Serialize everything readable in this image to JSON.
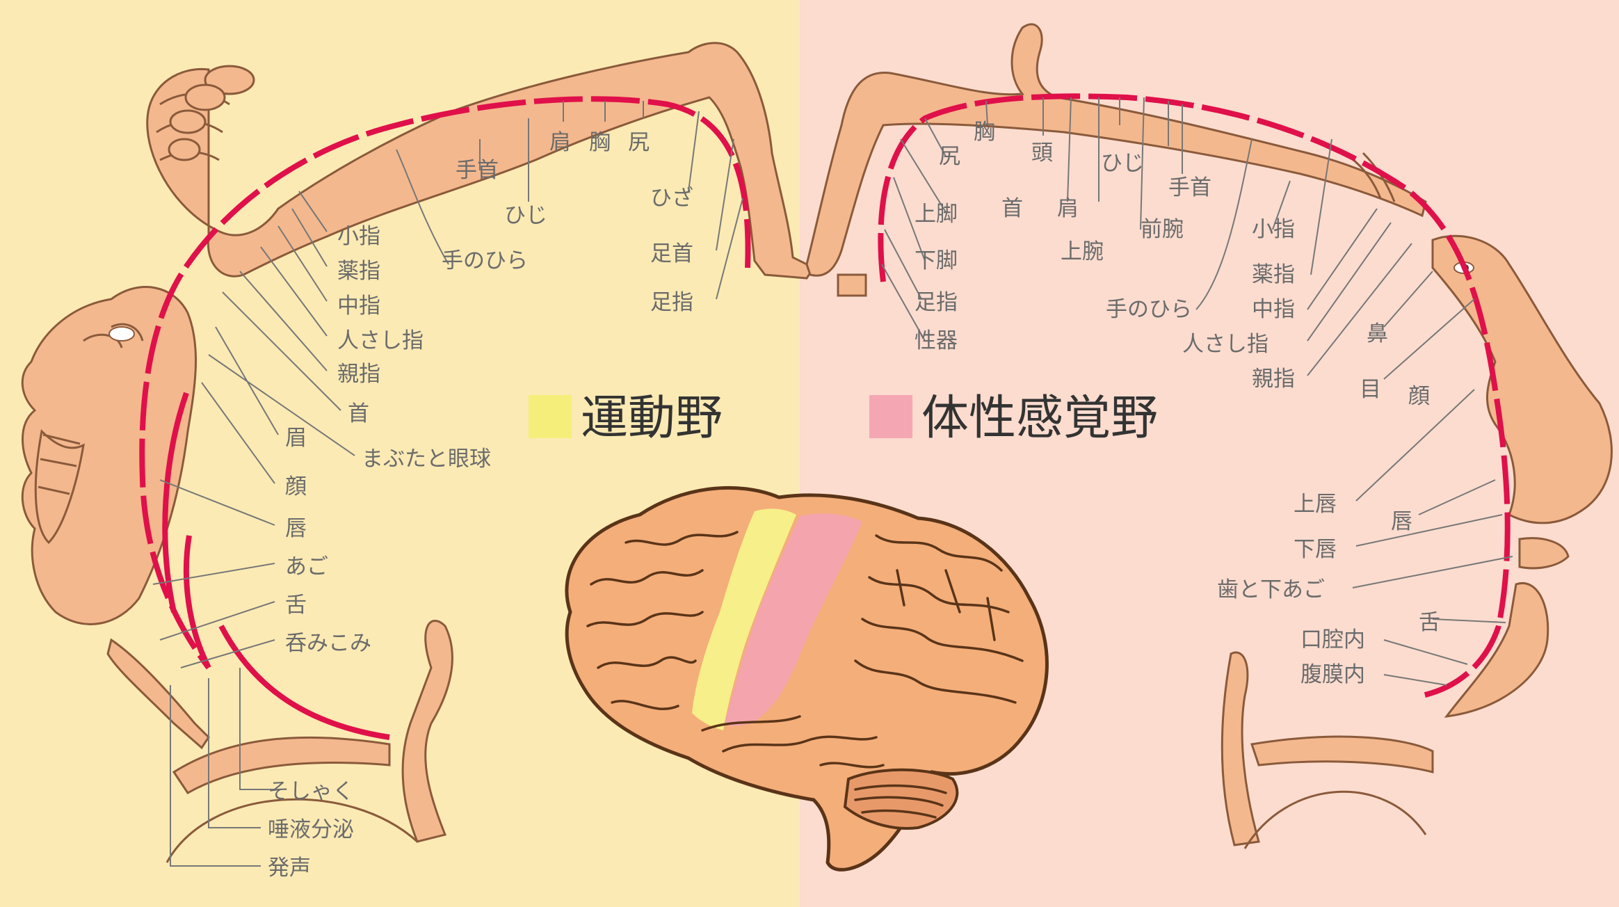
{
  "colors": {
    "motor_background": "#fbeab4",
    "sensory_background": "#fbdccf",
    "motor_swatch": "#f5ee7a",
    "sensory_swatch": "#f4a7b3",
    "homunculus_line": "#e0104a",
    "body": "#f4b88e"
  },
  "legend": {
    "motor": "運動野",
    "sensory": "体性感覚野"
  },
  "motor_labels": {
    "elbow": "ひじ",
    "shoulder": "肩",
    "chest": "胸",
    "hip": "尻",
    "wrist": "手首",
    "knee": "ひざ",
    "palm": "手のひら",
    "ankle": "足首",
    "toes": "足指",
    "little_finger": "小指",
    "ring_finger": "薬指",
    "middle_finger": "中指",
    "index_finger": "人さし指",
    "thumb": "親指",
    "neck": "首",
    "brow": "眉",
    "eyelid_eyeball": "まぶたと眼球",
    "face": "顔",
    "lips": "唇",
    "jaw": "あご",
    "tongue": "舌",
    "swallowing": "呑みこみ",
    "chewing": "そしゃく",
    "salivation": "唾液分泌",
    "vocalization": "発声"
  },
  "sensory_labels": {
    "chest": "胸",
    "hip": "尻",
    "head": "頭",
    "elbow": "ひじ",
    "wrist": "手首",
    "upper_leg": "上脚",
    "neck": "首",
    "shoulder": "肩",
    "forearm": "前腕",
    "little_finger": "小指",
    "lower_leg": "下脚",
    "upper_arm": "上腕",
    "toes": "足指",
    "ring_finger": "薬指",
    "genitals": "性器",
    "palm": "手のひら",
    "middle_finger": "中指",
    "index_finger": "人さし指",
    "nose": "鼻",
    "thumb": "親指",
    "eye": "目",
    "face": "顔",
    "upper_lip": "上唇",
    "lips": "唇",
    "lower_lip": "下唇",
    "teeth_jaw": "歯と下あご",
    "tongue": "舌",
    "oral_cavity": "口腔内",
    "abdomen": "腹膜内"
  }
}
